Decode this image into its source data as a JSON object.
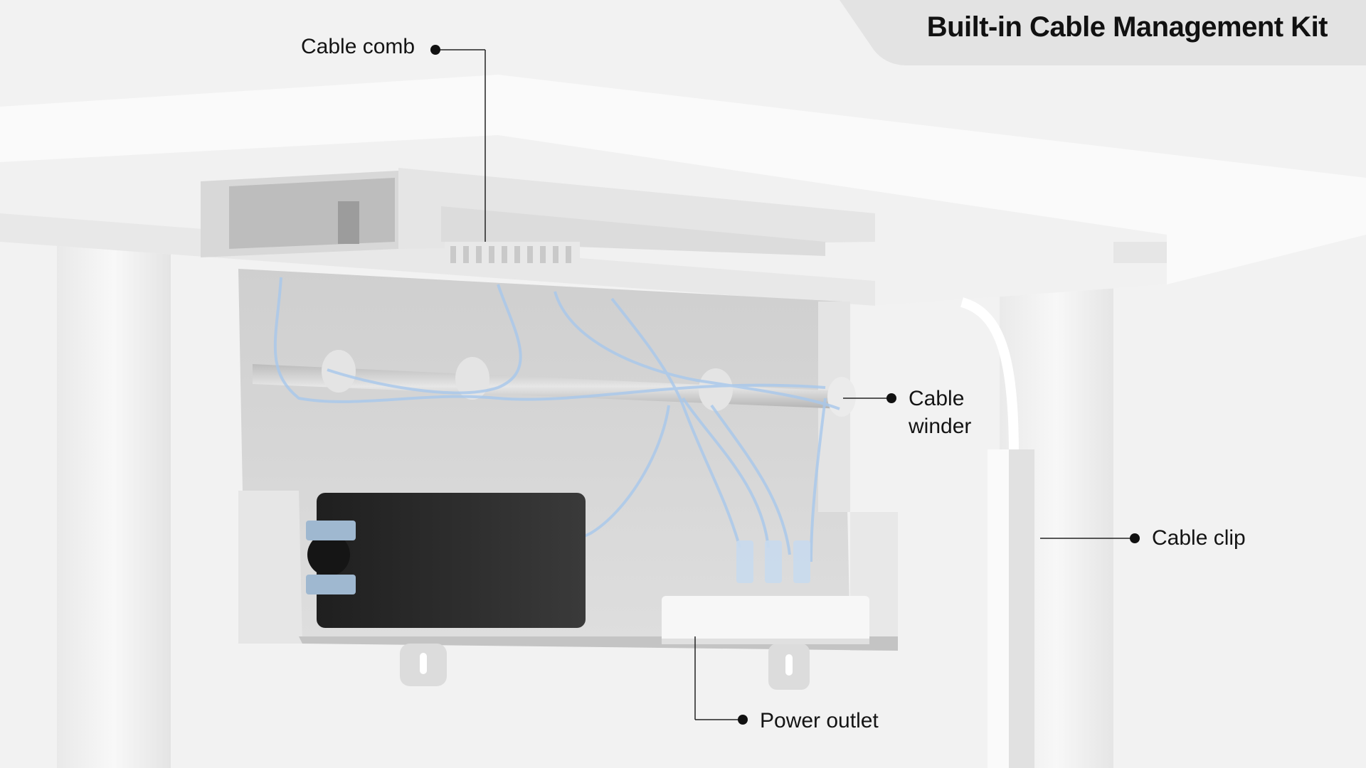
{
  "title": "Built-in Cable Management Kit",
  "callouts": {
    "cable_comb": "Cable comb",
    "cable_winder": "Cable\nwinder",
    "cable_clip": "Cable clip",
    "power_outlet": "Power outlet"
  },
  "colors": {
    "background": "#f2f2f2",
    "title_tab": "#e3e3e3",
    "tray": "#d9d9d9",
    "adapter": "#2e2e2e",
    "cables": "#a8c8ec",
    "callout_line": "#222222"
  }
}
